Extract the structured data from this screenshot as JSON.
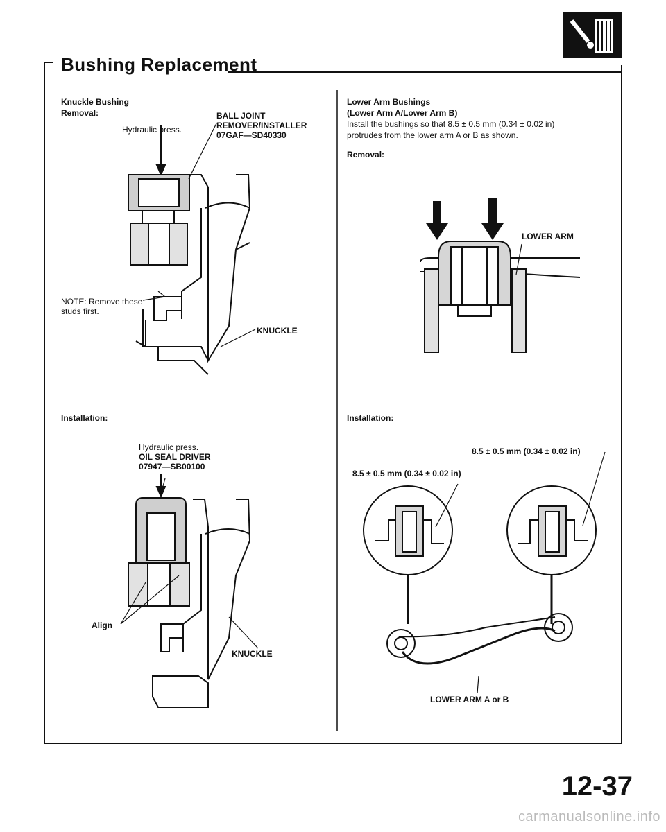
{
  "header": {
    "title": "Bushing Replacement"
  },
  "left": {
    "section_title": "Knuckle Bushing",
    "removal_label": "Removal:",
    "hydraulic_press_1": "Hydraulic press.",
    "tool_1_line1": "BALL JOINT",
    "tool_1_line2": "REMOVER/INSTALLER",
    "tool_1_line3": "07GAF—SD40330",
    "note_line1": "NOTE: Remove these",
    "note_line2": "studs first.",
    "knuckle_1": "KNUCKLE",
    "installation_label": "Installation:",
    "hydraulic_press_2": "Hydraulic press.",
    "tool_2_line1": "OIL SEAL DRIVER",
    "tool_2_line2": "07947—SB00100",
    "align": "Align",
    "knuckle_2": "KNUCKLE"
  },
  "right": {
    "section_title_1": "Lower Arm Bushings",
    "section_title_2": "(Lower Arm A/Lower Arm B)",
    "instruction_1": "Install the bushings so that 8.5 ± 0.5 mm (0.34 ± 0.02 in)",
    "instruction_2": "protrudes from the lower arm A or B as shown.",
    "removal_label": "Removal:",
    "lower_arm": "LOWER ARM",
    "installation_label": "Installation:",
    "spec_right": "8.5 ± 0.5 mm (0.34 ± 0.02 in)",
    "spec_left": "8.5 ± 0.5 mm (0.34 ± 0.02 in)",
    "lower_arm_ab": "LOWER ARM A or B"
  },
  "footer": {
    "page_number": "12-37",
    "watermark": "carmanualsonline.info"
  }
}
